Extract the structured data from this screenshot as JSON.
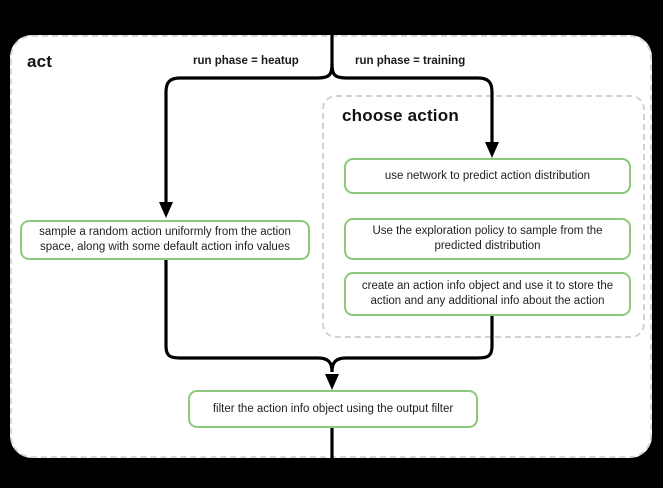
{
  "diagram": {
    "type": "flowchart",
    "card_title": "act",
    "group_title": "choose action",
    "edge_labels": {
      "left": "run phase = heatup",
      "right": "run phase = training"
    },
    "nodes": {
      "sample_random": "sample a random action uniformly from the action space, along with some default action info values",
      "use_network": "use network to predict action distribution",
      "exploration_policy": "Use the exploration policy to sample from the predicted distribution",
      "create_action_info": "create an action info object and use it to store the action and any additional info about the action",
      "filter_action_info": "filter the action info object using the output filter"
    },
    "colors": {
      "node_border": "#8cc97c",
      "node_fill": "#ffffff",
      "edge": "#000000",
      "card_border": "#d8d8d8",
      "group_border": "#d2d2d2",
      "background": "#000000"
    }
  }
}
